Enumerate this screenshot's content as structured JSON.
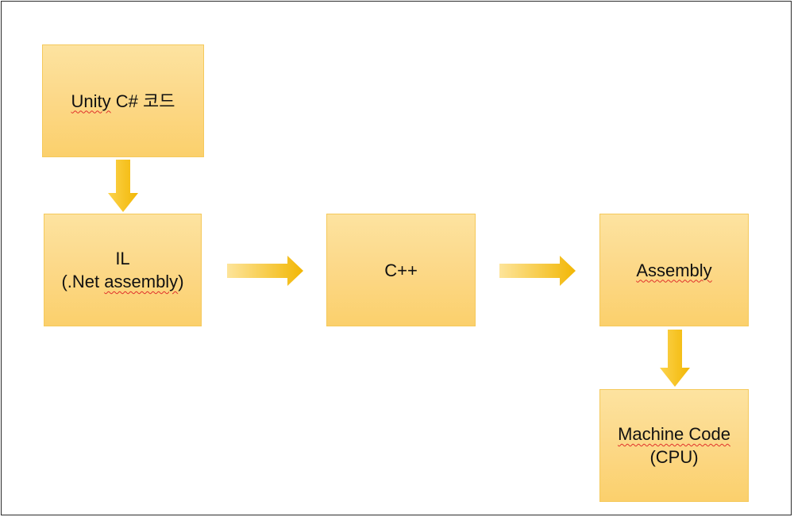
{
  "nodes": {
    "unity_csharp": {
      "lead": "Unity",
      "rest": " C# 코드"
    },
    "il": {
      "line1": "IL",
      "line2_pre": "(.Net ",
      "line2_word": "assembly",
      "line2_post": ")"
    },
    "cpp": {
      "label": "C++"
    },
    "assembly": {
      "label": "Assembly"
    },
    "machine_code": {
      "line1": "Machine Code",
      "line2": "(CPU)"
    }
  },
  "colors": {
    "box_top": "#fde3a0",
    "box_bottom": "#fbd06c",
    "box_border": "#f5c95b",
    "arrow_light": "#fcd34d",
    "arrow_dark": "#f2b705",
    "frame_border": "#2b2b2b",
    "spellcheck_underline": "#e0302a"
  }
}
